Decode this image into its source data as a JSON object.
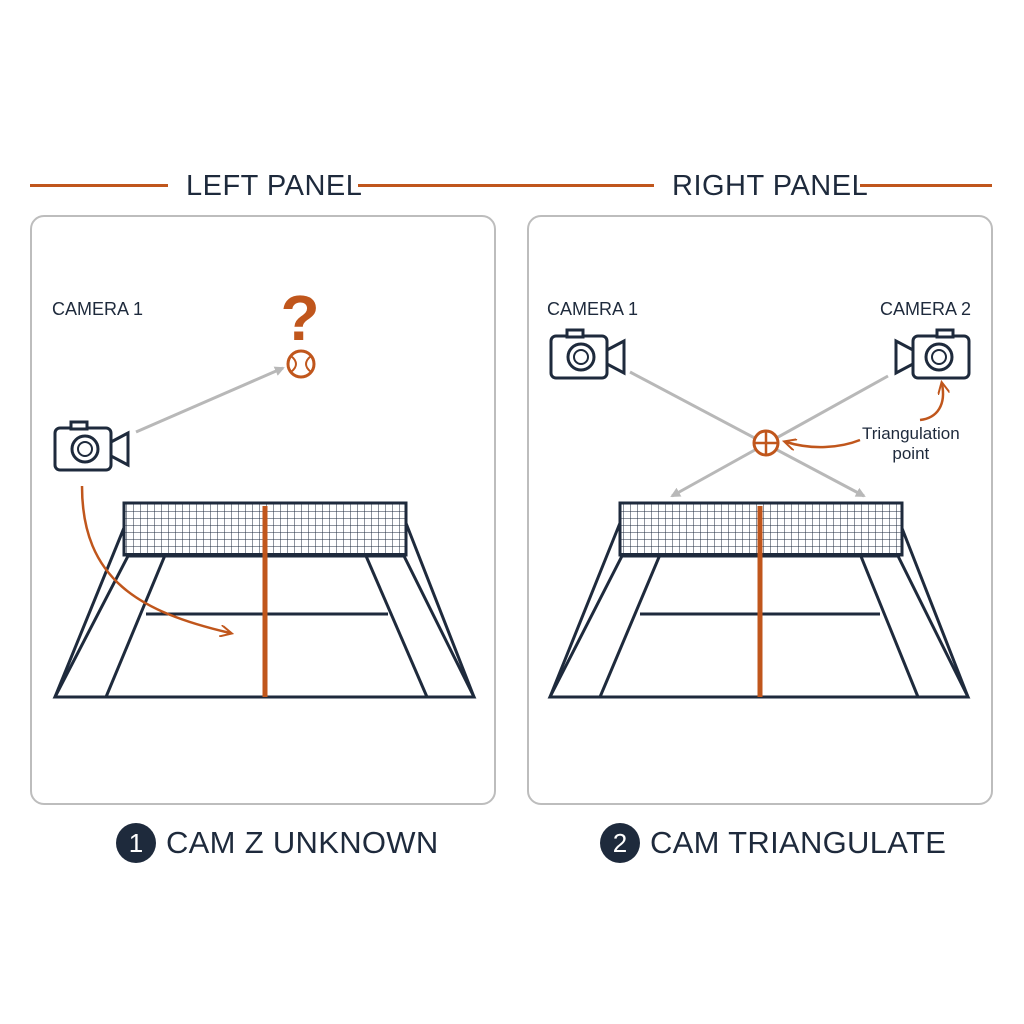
{
  "headers": {
    "left": "LEFT PANEL",
    "right": "RIGHT PANEL"
  },
  "left_panel": {
    "camera_label": "CAMERA 1",
    "unknown_mark": "?",
    "caption_number": "1",
    "caption": "CAM Z UNKNOWN"
  },
  "right_panel": {
    "camera1_label": "CAMERA 1",
    "camera2_label": "CAMERA 2",
    "triangulation_label_line1": "Triangulation",
    "triangulation_label_line2": "point",
    "caption_number": "2",
    "caption": "CAM TRIANGULATE"
  },
  "colors": {
    "accent": "#c0561c",
    "ink": "#1e2a3c",
    "panel_border": "#bdbdbd",
    "ray": "#b8b8b8"
  }
}
